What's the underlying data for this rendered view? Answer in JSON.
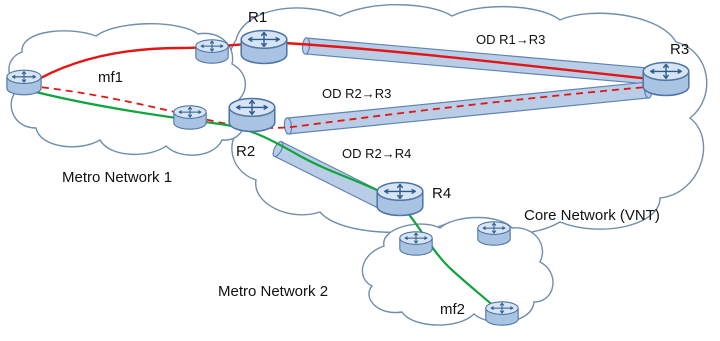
{
  "labels": {
    "r1": "R1",
    "r2": "R2",
    "r3": "R3",
    "r4": "R4",
    "mf1": "mf1",
    "mf2": "mf2",
    "od_r1_r3": "OD R1→R3",
    "od_r2_r3": "OD R2→R3",
    "od_r2_r4": "OD R2→R4",
    "metro1": "Metro Network 1",
    "metro2": "Metro Network 2",
    "core": "Core Network (VNT)"
  },
  "colors": {
    "cloud_stroke": "#6f8fae",
    "tunnel_fill": "#b9cde6",
    "tunnel_stroke": "#5f83b4",
    "router_top": "#d6e4f3",
    "router_body": "#a9c3e2",
    "router_stroke": "#4f75a6",
    "router_arrows": "#2e5a8f",
    "path_red": "#e31515",
    "path_green": "#10a43c"
  },
  "icons": {
    "router": "router-icon"
  }
}
